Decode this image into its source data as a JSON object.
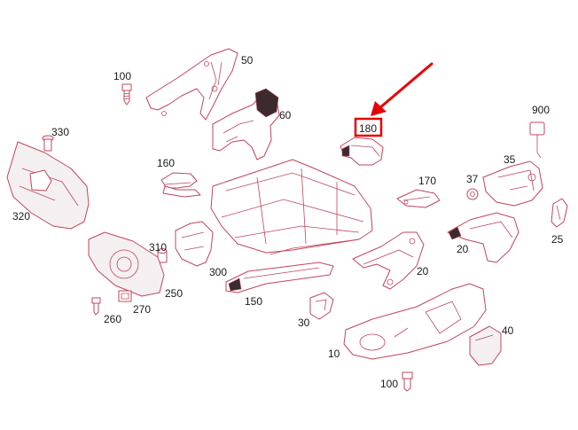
{
  "diagram": {
    "accent_color": "#e60000",
    "line_color": "#c0455c",
    "highlighted_part": "180",
    "part_labels": {
      "p50": "50",
      "p100a": "100",
      "p60": "60",
      "p330": "330",
      "p900": "900",
      "p180": "180",
      "p160": "160",
      "p170": "170",
      "p35": "35",
      "p37": "37",
      "p320": "320",
      "p20a": "20",
      "p25": "25",
      "p310": "310",
      "p300": "300",
      "p250": "250",
      "p20b": "20",
      "p150": "150",
      "p270": "270",
      "p260": "260",
      "p30": "30",
      "p40": "40",
      "p10": "10",
      "p100b": "100"
    }
  }
}
